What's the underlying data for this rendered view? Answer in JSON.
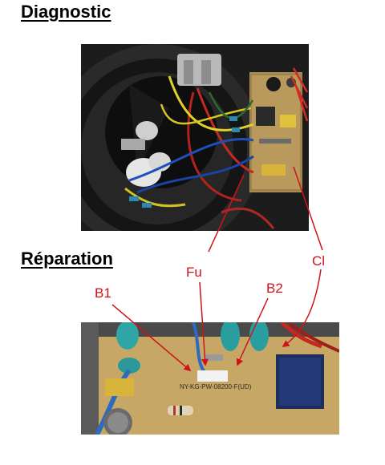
{
  "sections": {
    "diagnostic": {
      "title": "Diagnostic"
    },
    "reparation": {
      "title": "Réparation"
    }
  },
  "callouts": {
    "b1": "B1",
    "fu": "Fu",
    "b2": "B2",
    "cl": "Cl"
  },
  "board_marking": "NY-KG-PW-08200-F(UD)",
  "colors": {
    "callout": "#d0121b",
    "heading": "#000000"
  }
}
